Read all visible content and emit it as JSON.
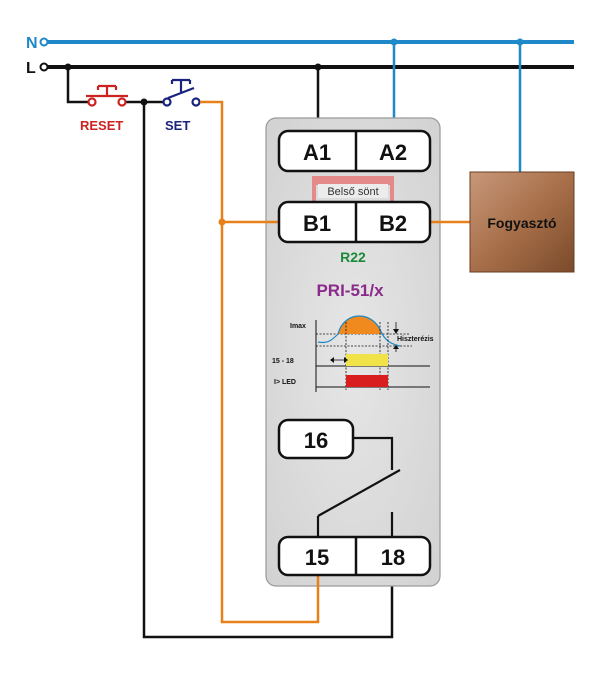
{
  "rails": {
    "neutral_label": "N",
    "line_label": "L"
  },
  "buttons": {
    "reset_label": "RESET",
    "set_label": "SET"
  },
  "device": {
    "terminals": {
      "a1": "A1",
      "a2": "A2",
      "b1": "B1",
      "b2": "B2",
      "t16": "16",
      "t15": "15",
      "t18": "18"
    },
    "shunt_label": "Belső sönt",
    "code": "R22",
    "model": "PRI-51/x"
  },
  "graph": {
    "imax_label": "Imax",
    "hyst_label": "Hiszterézis",
    "relay_row_label": "15 - 18",
    "led_row_label": "I> LED"
  },
  "load": {
    "label": "Fogyasztó"
  },
  "colors": {
    "neutral_wire": "#1e88c8",
    "line_wire": "#111111",
    "signal_wire": "#e8801a",
    "reset": "#cc2222",
    "set": "#1a237e",
    "device_body": "#d8d8d8",
    "load_fill": "#b07a52",
    "shunt": "#e58a8a",
    "code": "#1a8a3a",
    "model": "#8b2a8b",
    "relay_bar": "#f2e24a",
    "led_bar": "#d81e1e"
  }
}
